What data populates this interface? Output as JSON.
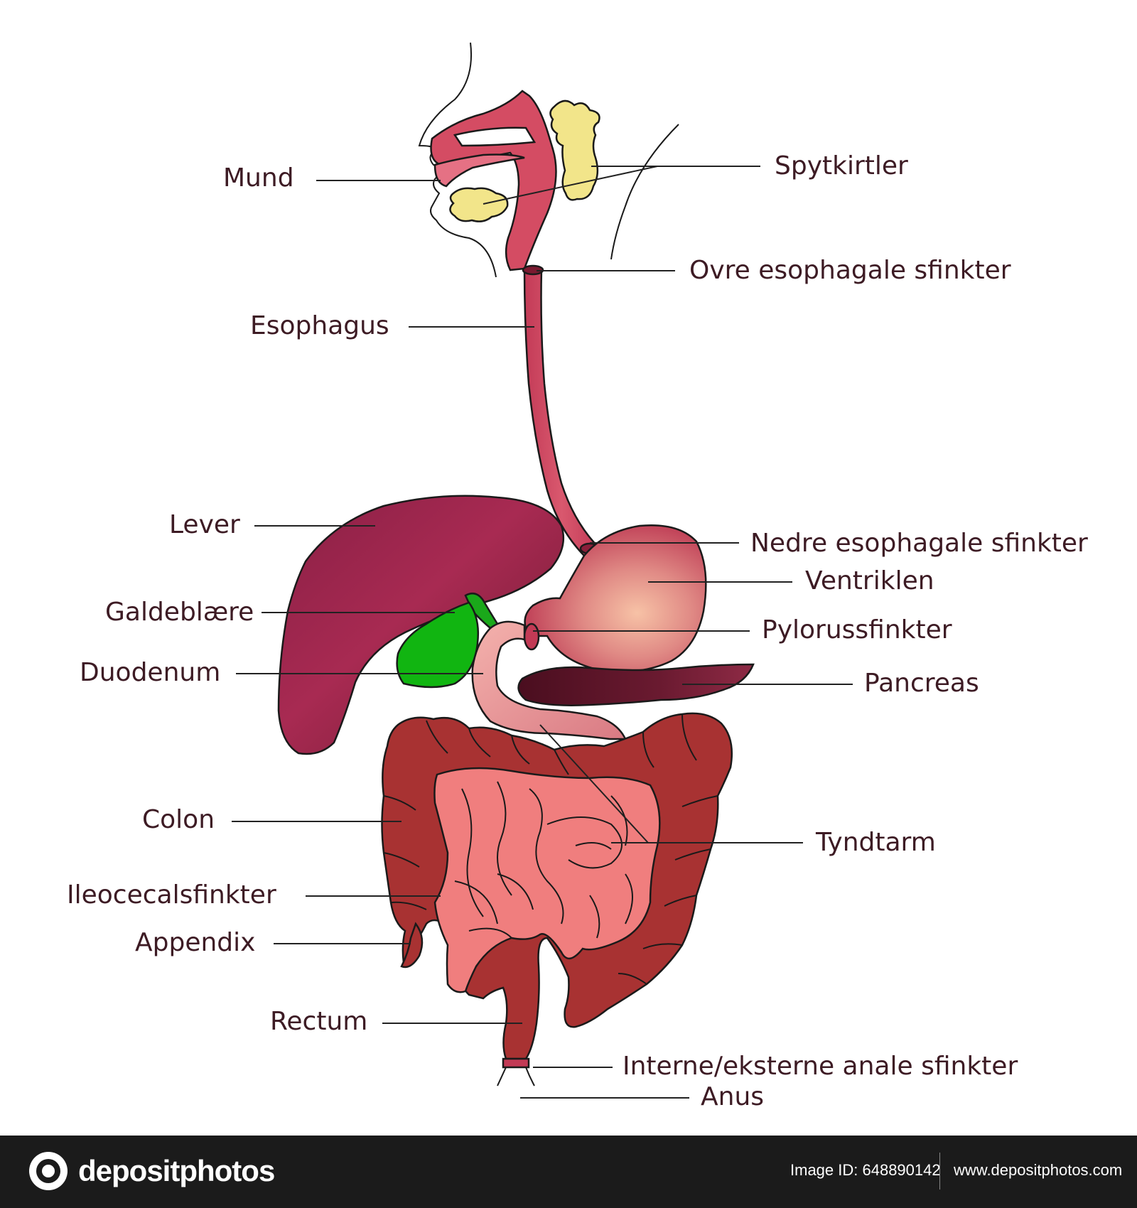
{
  "labels": {
    "mund": "Mund",
    "spytkirtler": "Spytkirtler",
    "ovre_sfinkter": "Ovre esophagale sfinkter",
    "esophagus": "Esophagus",
    "lever": "Lever",
    "nedre_sfinkter": "Nedre esophagale sfinkter",
    "ventriklen": "Ventriklen",
    "galdeblaere": "Galdeblære",
    "pylorus": "Pylorussfinkter",
    "duodenum": "Duodenum",
    "pancreas": "Pancreas",
    "colon": "Colon",
    "tyndtarm": "Tyndtarm",
    "ileocecal": "Ileocecalsfinkter",
    "appendix": "Appendix",
    "rectum": "Rectum",
    "anal_sfinkter": "Interne/eksterne anale sfinkter",
    "anus": "Anus"
  },
  "footer": {
    "brand": "depositphotos",
    "image_id": "Image ID: 648890142",
    "url": "www.depositphotos.com"
  }
}
